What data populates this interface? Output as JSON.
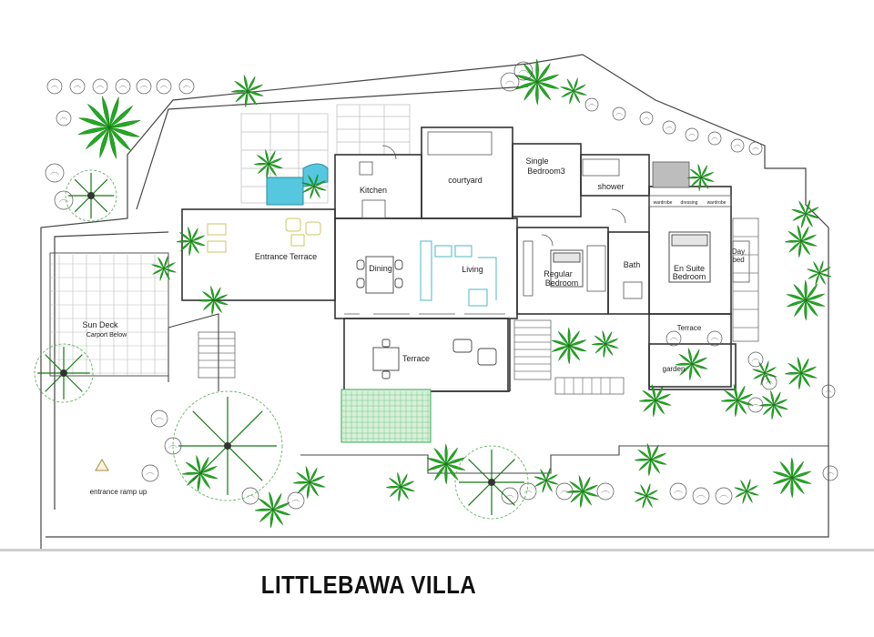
{
  "title": "LITTLEBAWA VILLA",
  "rooms": {
    "kitchen": "Kitchen",
    "courtyard": "courtyard",
    "single_bedroom_1": "Single",
    "single_bedroom_2": "Bedroom3",
    "shower": "shower",
    "wardrobe_left": "wardrobe",
    "dressing": "dressing",
    "wardrobe_right": "wardrobe",
    "entrance_terrace": "Entrance Terrace",
    "dining": "Dining",
    "living": "Living",
    "regular_bedroom_1": "Regular",
    "regular_bedroom_2": "Bedroom",
    "bath": "Bath",
    "ensuite_1": "En Suite",
    "ensuite_2": "Bedroom",
    "day_bed_1": "Day",
    "day_bed_2": "bed",
    "terrace_main": "Terrace",
    "terrace_right": "Terrace",
    "garden": "garden",
    "sun_deck": "Sun Deck",
    "carport": "Carport  Below",
    "entrance_ramp": "entrance ramp up"
  },
  "colors": {
    "tree": "#22aa22",
    "tree_dark": "#117711",
    "pool": "#55c8e0",
    "line": "#333333",
    "furniture_living": "#49b8c8",
    "furniture_terrace": "#c8c860"
  }
}
